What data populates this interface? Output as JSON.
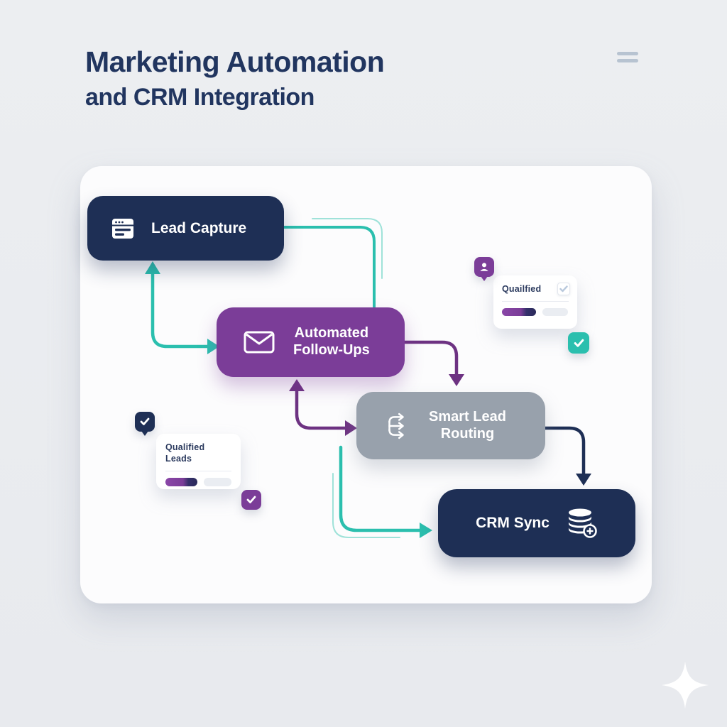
{
  "header": {
    "title_line1": "Marketing Automation",
    "title_line2": "and CRM Integration"
  },
  "nodes": {
    "lead_capture": {
      "label": "Lead Capture",
      "icon": "form-window-icon"
    },
    "automated_follow_ups": {
      "line1": "Automated",
      "line2": "Follow-Ups",
      "icon": "envelope-icon"
    },
    "smart_lead_routing": {
      "line1": "Smart Lead",
      "line2": "Routing",
      "icon": "branch-routing-icon"
    },
    "crm_sync": {
      "label": "CRM Sync",
      "icon": "database-add-icon"
    }
  },
  "cards": {
    "qualified_top": {
      "title": "Quailfied",
      "checkbox_checked": true
    },
    "qualified_leads": {
      "line1": "Qualified",
      "line2": "Leads"
    }
  },
  "badges": [
    {
      "name": "chat-check-badge",
      "color": "#1e2f55"
    },
    {
      "name": "person-badge",
      "color": "#7b3d98"
    },
    {
      "name": "check-badge-teal",
      "color": "#2bbfae"
    },
    {
      "name": "check-badge-purple",
      "color": "#7b3d98"
    }
  ],
  "icons_misc": [
    "hamburger-menu-icon",
    "sparkle-icon"
  ],
  "colors": {
    "navy": "#1e2f55",
    "purple": "#7b3d98",
    "purple_dark": "#6d3282",
    "gray_node": "#98a1ac",
    "teal": "#2bbfae",
    "teal_light": "#9fe2d9",
    "title_navy": "#21355f",
    "card_text": "#2b3a5e",
    "progress_track": "#eaedf2"
  }
}
